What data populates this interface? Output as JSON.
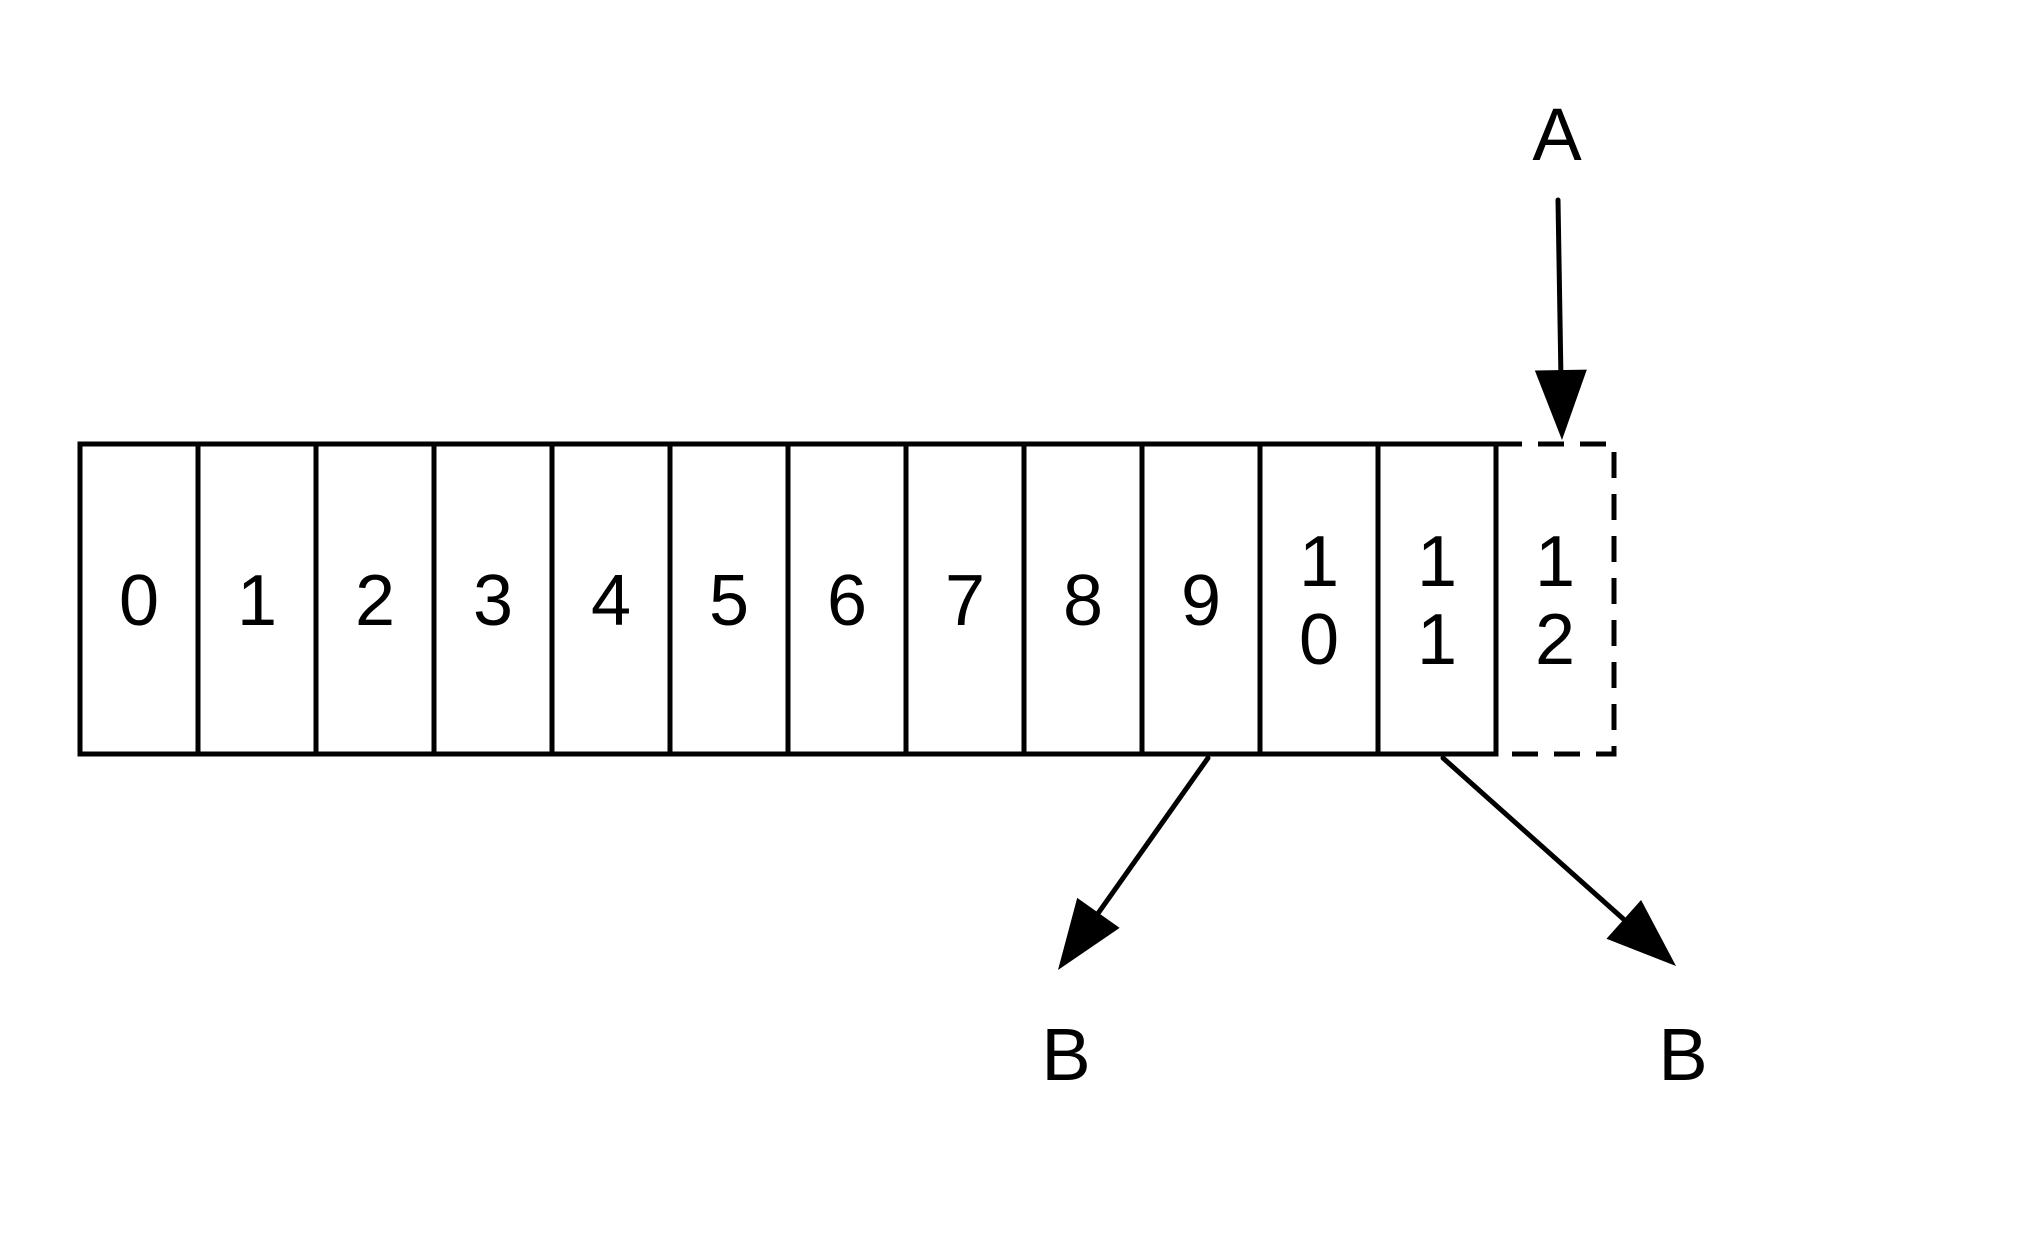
{
  "diagram": {
    "cells": [
      {
        "lines": [
          "0"
        ],
        "dashed": false
      },
      {
        "lines": [
          "1"
        ],
        "dashed": false
      },
      {
        "lines": [
          "2"
        ],
        "dashed": false
      },
      {
        "lines": [
          "3"
        ],
        "dashed": false
      },
      {
        "lines": [
          "4"
        ],
        "dashed": false
      },
      {
        "lines": [
          "5"
        ],
        "dashed": false
      },
      {
        "lines": [
          "6"
        ],
        "dashed": false
      },
      {
        "lines": [
          "7"
        ],
        "dashed": false
      },
      {
        "lines": [
          "8"
        ],
        "dashed": false
      },
      {
        "lines": [
          "9"
        ],
        "dashed": false
      },
      {
        "lines": [
          "1",
          "0"
        ],
        "dashed": false
      },
      {
        "lines": [
          "1",
          "1"
        ],
        "dashed": false
      },
      {
        "lines": [
          "1",
          "2"
        ],
        "dashed": true
      }
    ],
    "arrows": [
      {
        "label": "A",
        "direction": "into-cell",
        "cell": 12
      },
      {
        "label": "B",
        "direction": "out-of-cell",
        "cell": 9
      },
      {
        "label": "B",
        "direction": "out-of-cell",
        "cell": 11
      }
    ]
  }
}
